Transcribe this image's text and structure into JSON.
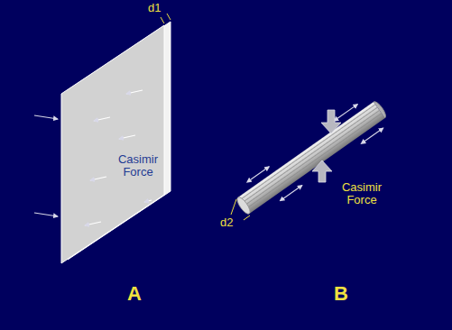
{
  "diagram": {
    "labels": [
      "d1",
      "Casimir Force",
      "d2",
      "Casimir Force",
      "A",
      "B"
    ]
  }
}
